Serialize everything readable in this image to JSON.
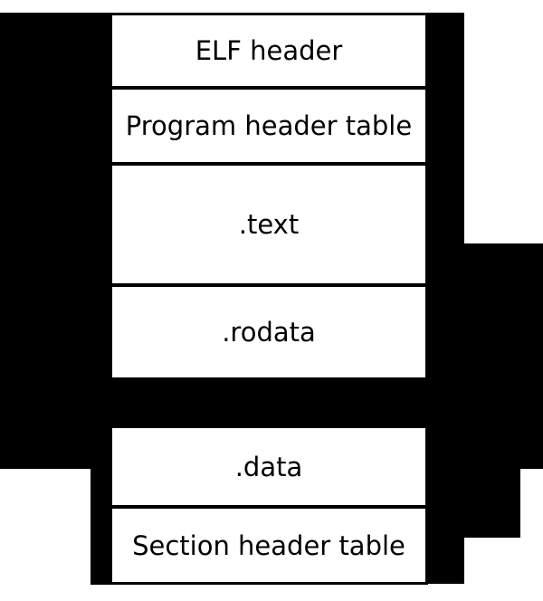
{
  "diagram": {
    "blocks": [
      {
        "label": "ELF header"
      },
      {
        "label": "Program header table"
      },
      {
        "label": ".text"
      },
      {
        "label": ".rodata"
      },
      {
        "label": ".data"
      },
      {
        "label": "Section header table"
      }
    ],
    "colors": {
      "page_background": "#ffffff",
      "diagram_background": "#000000",
      "block_fill": "#ffffff",
      "block_border": "#000000",
      "label_text": "#000000"
    }
  }
}
